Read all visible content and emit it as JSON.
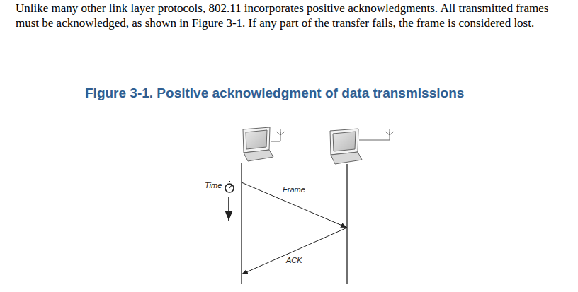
{
  "diagram": {
    "title": "Figure 3-1. Positive acknowledgment of data transmissions",
    "labels": [
      "Unlike many other link layer protocols, 802.11 incorporates positive acknowledgments. All transmitted frames must be acknowledged, as shown in Figure 3-1. If any part of the transfer fails, the frame is considered lost.",
      "Time",
      "Frame",
      "ACK"
    ]
  }
}
